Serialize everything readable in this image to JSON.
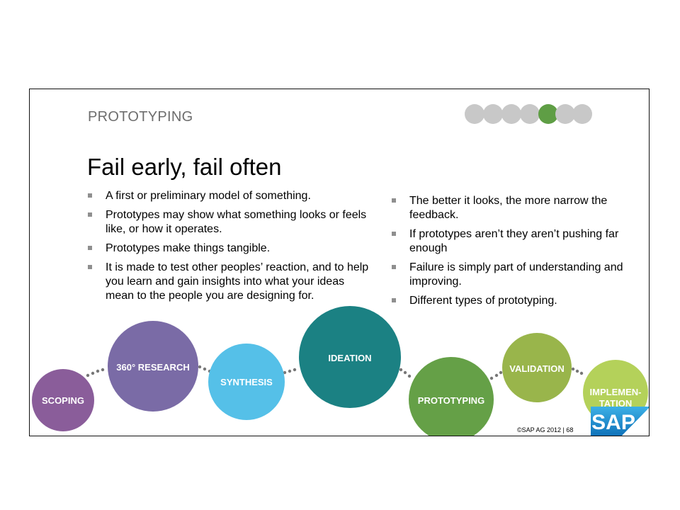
{
  "slide": {
    "section_label": "PROTOTYPING",
    "headline": "Fail early, fail often",
    "left_bullets": [
      "A first or preliminary model of something.",
      "Prototypes may show what something looks or feels like, or how it operates.",
      "Prototypes make things tangible.",
      "It is made to test other peoples’ reaction, and to help you learn and gain insights into what your ideas mean to the people you are designing for."
    ],
    "right_bullets": [
      "The better it looks, the more narrow the feedback.",
      "If prototypes aren’t  they aren’t pushing far enough",
      "Failure is simply part of understanding and improving.",
      "Different types of  prototyping."
    ],
    "progress": {
      "steps": 7,
      "active_step": 5
    },
    "phases": [
      {
        "label": "SCOPING",
        "color": "#8a5d9a"
      },
      {
        "label": "360° RESEARCH",
        "color": "#7a6ba6"
      },
      {
        "label": "SYNTHESIS",
        "color": "#55c0e8"
      },
      {
        "label": "IDEATION",
        "color": "#1b8183"
      },
      {
        "label": "PROTOTYPING",
        "color": "#65a047"
      },
      {
        "label": "VALIDATION",
        "color": "#99b54b"
      },
      {
        "label": "IMPLEMEN-",
        "label2": "TATION",
        "color": "#b4d15a"
      }
    ],
    "footer": "©SAP AG 2012 |  68",
    "logo": {
      "text": "SAP",
      "color_top": "#0d6fb7",
      "color_bottom": "#3cb0e6"
    }
  }
}
